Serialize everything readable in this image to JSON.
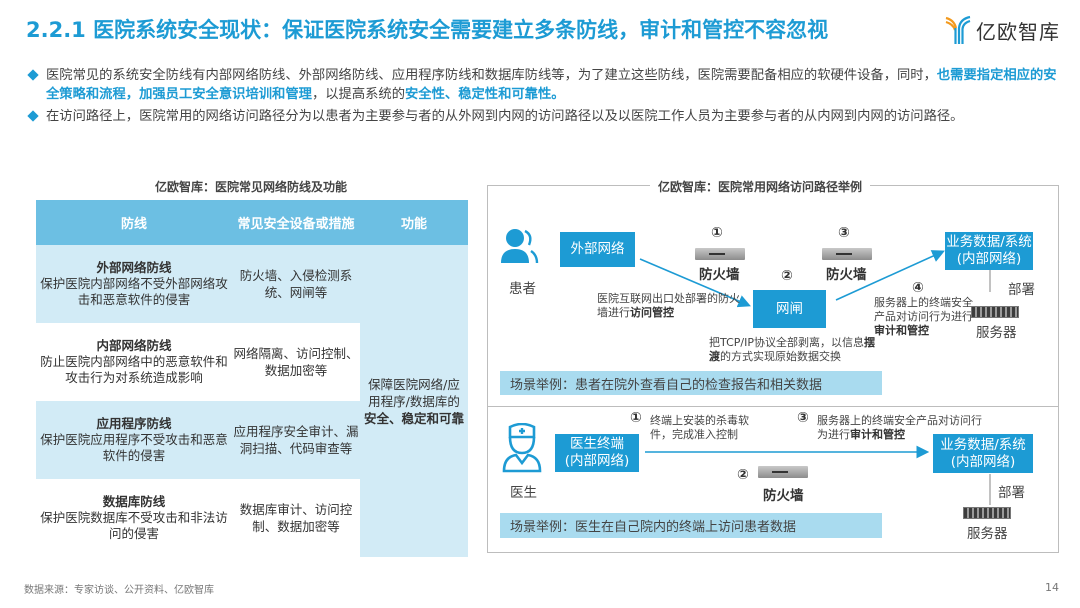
{
  "header": {
    "title": "2.2.1 医院系统安全现状：保证医院系统安全需要建立多条防线，审计和管控不容忽视",
    "logo_text": "亿欧智库"
  },
  "bullets": [
    {
      "parts": [
        {
          "text": "医院常见的系统安全防线有内部网络防线、外部网络防线、应用程序防线和数据库防线等，为了建立这些防线，医院需要配备相应的软硬件设备，同时，",
          "highlight": false
        },
        {
          "text": "也需要指定相应的安全策略和流程，加强员工安全意识培训和管理",
          "highlight": true
        },
        {
          "text": "，以提高系统的",
          "highlight": false
        },
        {
          "text": "安全性、稳定性和可靠性。",
          "highlight": true
        }
      ]
    },
    {
      "parts": [
        {
          "text": "在访问路径上，医院常用的网络访问路径分为以患者为主要参与者的从外网到内网的访问路径以及以医院工作人员为主要参与者的从内网到内网的访问路径。",
          "highlight": false
        }
      ]
    }
  ],
  "left_table": {
    "title": "亿欧智库：医院常见网络防线及功能",
    "headers": [
      "防线",
      "常见安全设备或措施",
      "功能"
    ],
    "rows": [
      {
        "name": "外部网络防线",
        "desc": "保护医院内部网络不受外部网络攻击和恶意软件的侵害",
        "measures": "防火墙、入侵检测系统、网闸等"
      },
      {
        "name": "内部网络防线",
        "desc": "防止医院内部网络中的恶意软件和攻击行为对系统造成影响",
        "measures": "网络隔离、访问控制、数据加密等"
      },
      {
        "name": "应用程序防线",
        "desc": "保护医院应用程序不受攻击和恶意软件的侵害",
        "measures": "应用程序安全审计、漏洞扫描、代码审查等"
      },
      {
        "name": "数据库防线",
        "desc": "保护医院数据库不受攻击和非法访问的侵害",
        "measures": "数据库审计、访问控制、数据加密等"
      }
    ],
    "function_text": "保障医院网络/应用程序/数据库的",
    "function_bold": "安全、稳定和可靠"
  },
  "right_diagram": {
    "title": "亿欧智库：医院常用网络访问路径举例",
    "patient_path": {
      "actor": "患者",
      "external_network": "外部网络",
      "step1": "①",
      "firewall1": "防火墙",
      "step2": "②",
      "gateway": "网闸",
      "step3": "③",
      "firewall2": "防火墙",
      "step4": "④",
      "business_line1": "业务数据/系统",
      "business_line2": "(内部网络)",
      "deploy": "部署",
      "server": "服务器",
      "note_firewall_plain": "医院互联网出口处部署的防火墙进行",
      "note_firewall_bold": "访问管控",
      "note_gateway_pre": "把TCP/IP协议全部剥离，以信息",
      "note_gateway_bold": "摆渡",
      "note_gateway_post": "的方式实现原始数据交换",
      "note_server_plain": "服务器上的终端安全产品对访问行为进行",
      "note_server_bold": "审计和管控",
      "scene": "场景举例：患者在院外查看自己的检查报告和相关数据"
    },
    "doctor_path": {
      "actor": "医生",
      "terminal_line1": "医生终端",
      "terminal_line2": "(内部网络)",
      "step1": "①",
      "note1": "终端上安装的杀毒软件，完成准入控制",
      "step2": "②",
      "firewall": "防火墙",
      "step3": "③",
      "note3_plain": "服务器上的终端安全产品对访问行为进行",
      "note3_bold": "审计和管控",
      "business_line1": "业务数据/系统",
      "business_line2": "(内部网络)",
      "deploy": "部署",
      "server": "服务器",
      "scene": "场景举例：医生在自己院内的终端上访问患者数据"
    }
  },
  "footer": {
    "source": "数据来源：专家访谈、公开资料、亿欧智库",
    "page_number": "14"
  },
  "colors": {
    "accent": "#1d9bd4",
    "table_header": "#6cbfe3",
    "table_alt": "#d2ebf6",
    "scene_bg": "#a9dbef",
    "logo_orange": "#f39a1e"
  }
}
